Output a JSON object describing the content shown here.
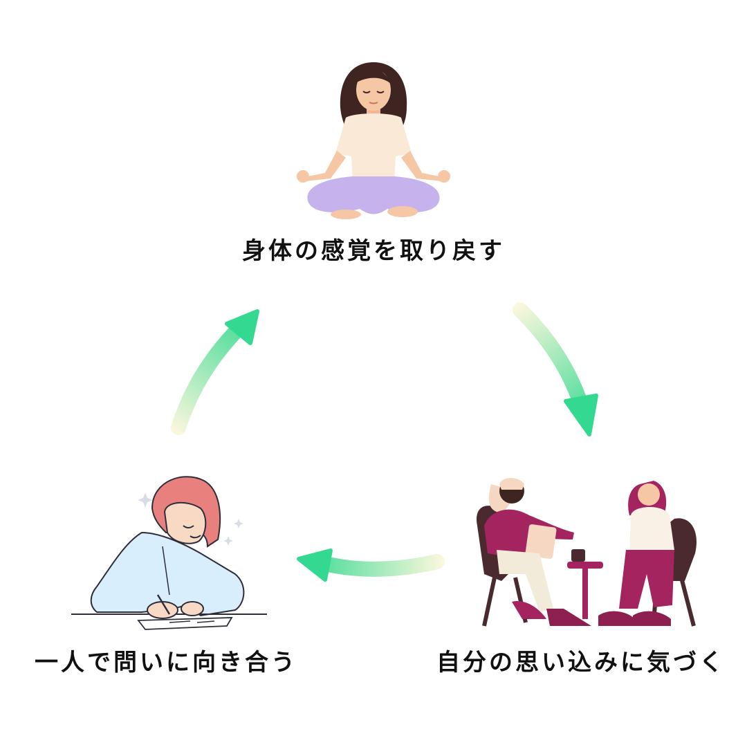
{
  "diagram": {
    "type": "cycle",
    "steps": [
      {
        "label": "身体の感覚を取り戻す",
        "illustration": "meditating-woman"
      },
      {
        "label": "自分の思い込みに気づく",
        "illustration": "two-women-conversation"
      },
      {
        "label": "一人で問いに向き合う",
        "illustration": "woman-writing"
      }
    ],
    "arrow_colors": {
      "start": "#fbf7dc",
      "end": "#34d991"
    },
    "palette": {
      "skin": "#f6c7a4",
      "hair_dark": "#3e2522",
      "lavender": "#c6b3ee",
      "cream": "#f9e9d6",
      "magenta": "#a3245e",
      "berry": "#8e2050",
      "chair": "#4a2a2f",
      "pink_hair": "#e8807d",
      "light_blue": "#d8eefc",
      "outline": "#2d2d3a"
    }
  }
}
